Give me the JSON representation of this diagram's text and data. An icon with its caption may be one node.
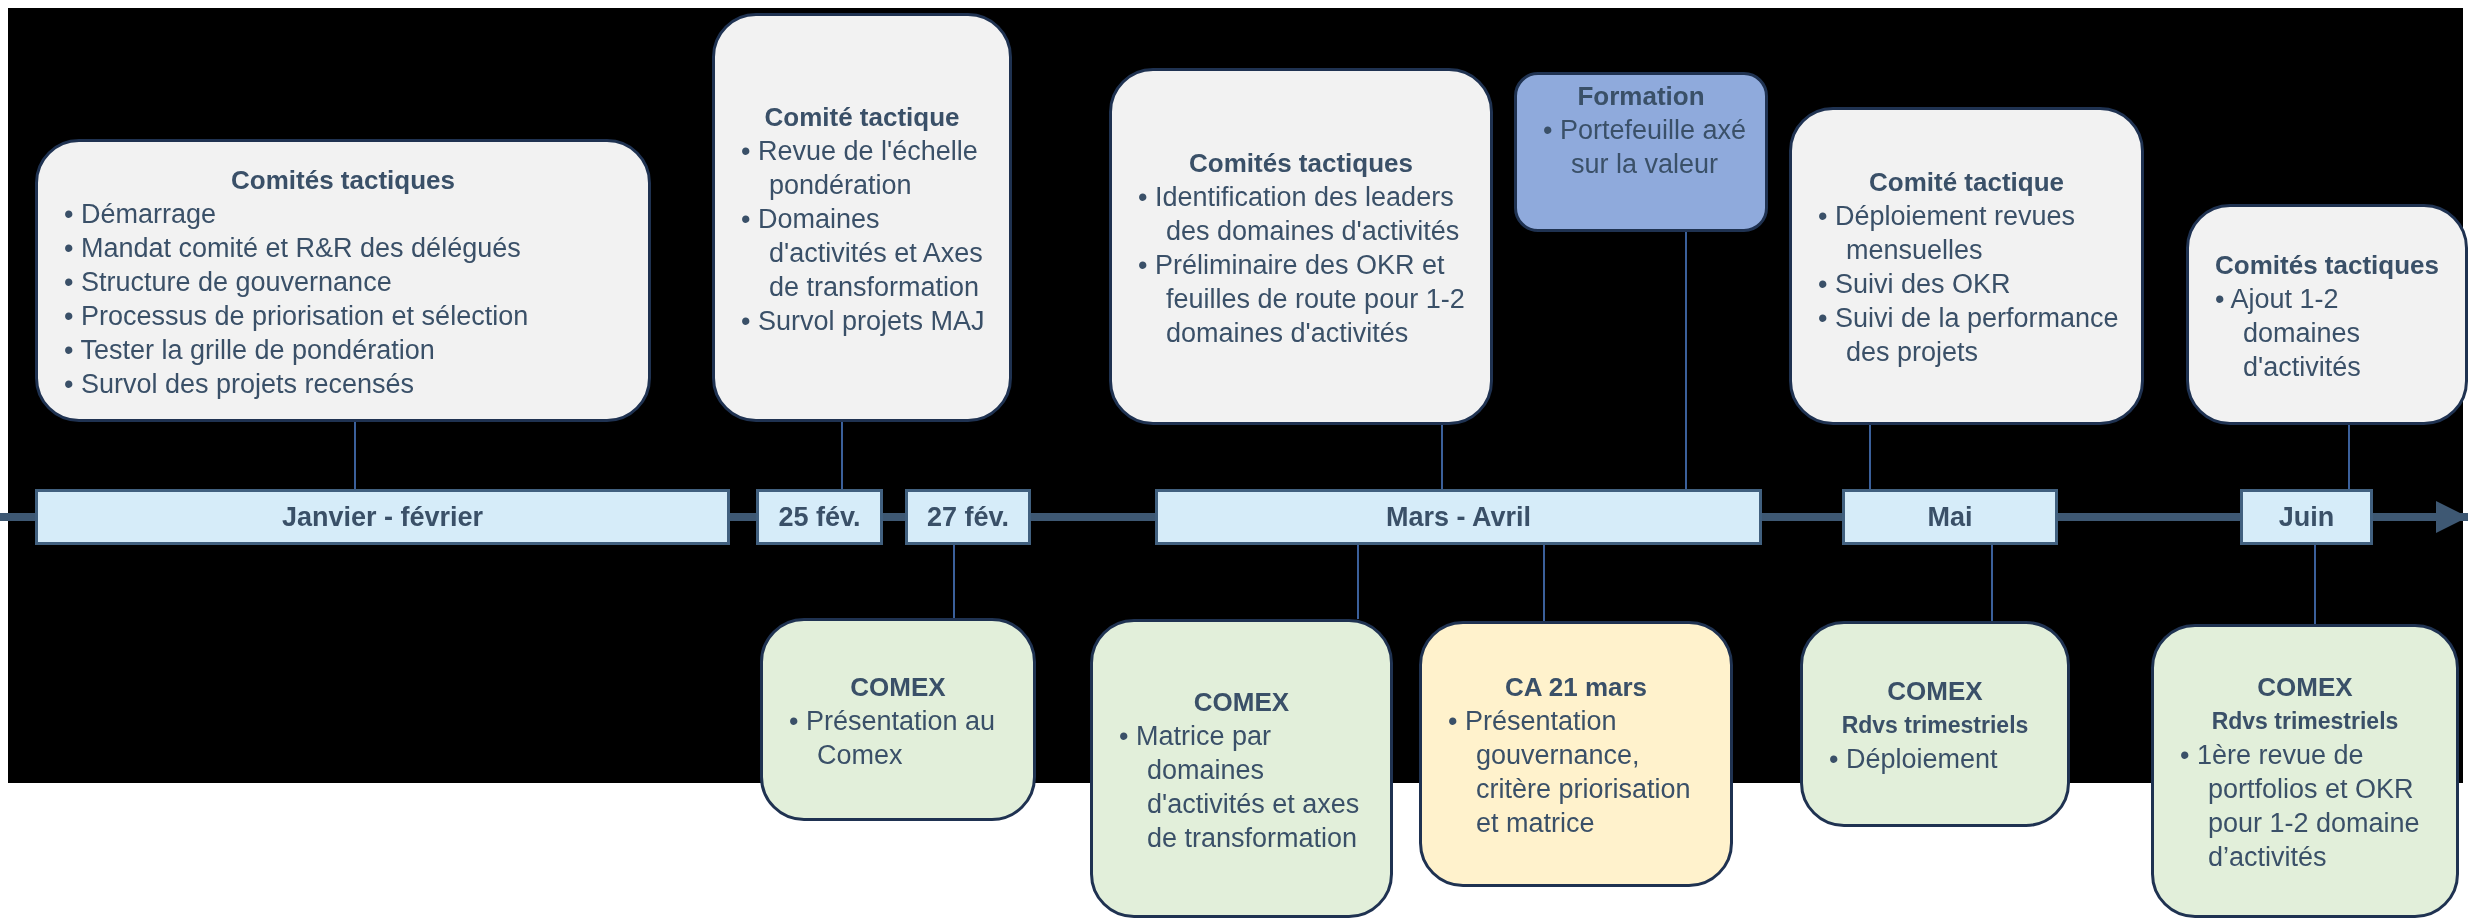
{
  "diagram": {
    "nodes": [
      {
        "text": [
          "Comités tactiques",
          "• Démarrage",
          "• Mandat comité et R&R des délégués",
          "• Structure de gouvernance",
          "• Processus de priorisation et sélection",
          "• Tester la grille de pondération",
          "• Survol des projets recensés"
        ]
      },
      {
        "text": [
          "Comité tactique",
          "• Revue de l'échelle pondération",
          "• Domaines d'activités et Axes de transformation",
          "• Survol projets MAJ"
        ]
      },
      {
        "text": [
          "Comités tactiques",
          "• Identification des leaders des domaines d'activités",
          "• Préliminaire des OKR et feuilles de route pour 1-2 domaines d'activités"
        ]
      },
      {
        "text": [
          "Formation",
          "• Portefeuille axé sur la valeur"
        ]
      },
      {
        "text": [
          "Comité tactique",
          "• Déploiement revues mensuelles",
          "• Suivi des OKR",
          "• Suivi de la performance des projets"
        ]
      },
      {
        "text": [
          "Comités tactiques",
          "• Ajout 1-2 domaines d'activités"
        ]
      },
      {
        "text": [
          "Janvier - février"
        ]
      },
      {
        "text": [
          "25 fév."
        ]
      },
      {
        "text": [
          "27 fév."
        ]
      },
      {
        "text": [
          "Mars - Avril"
        ]
      },
      {
        "text": [
          "Mai"
        ]
      },
      {
        "text": [
          "Juin"
        ]
      },
      {
        "text": [
          "COMEX",
          "• Présentation au Comex"
        ]
      },
      {
        "text": [
          "COMEX",
          "• Matrice par domaines d'activités et axes de transformation"
        ]
      },
      {
        "text": [
          "CA 21 mars",
          "• Présentation gouvernance, critère priorisation et matrice"
        ]
      },
      {
        "text": [
          "COMEX",
          "Rdvs trimestriels",
          "• Déploiement"
        ]
      },
      {
        "text": [
          "COMEX",
          "Rdvs trimestriels",
          "• 1ère revue de portfolios et OKR pour 1-2 domaine d’activités"
        ]
      }
    ],
    "edges": [
      {
        "from": 0,
        "to": 6,
        "arrow": "none"
      },
      {
        "from": 1,
        "to": 7,
        "arrow": "none"
      },
      {
        "from": 2,
        "to": 9,
        "arrow": "none"
      },
      {
        "from": 3,
        "to": 9,
        "arrow": "none"
      },
      {
        "from": 4,
        "to": 10,
        "arrow": "none"
      },
      {
        "from": 5,
        "to": 11,
        "arrow": "none"
      },
      {
        "from": null,
        "to": 6,
        "arrow": "none",
        "style": "thick",
        "color": "#3e5873"
      },
      {
        "from": 6,
        "to": 7,
        "arrow": "none",
        "style": "thick",
        "color": "#3e5873"
      },
      {
        "from": 7,
        "to": 8,
        "arrow": "none",
        "style": "thick",
        "color": "#3e5873"
      },
      {
        "from": 8,
        "to": 9,
        "arrow": "none",
        "style": "thick",
        "color": "#3e5873"
      },
      {
        "from": 9,
        "to": 10,
        "arrow": "none",
        "style": "thick",
        "color": "#3e5873"
      },
      {
        "from": 10,
        "to": 11,
        "arrow": "none",
        "style": "thick",
        "color": "#3e5873"
      },
      {
        "from": 11,
        "to": null,
        "arrow": "to",
        "style": "thick",
        "color": "#3e5873"
      },
      {
        "from": 8,
        "to": 12,
        "arrow": "none"
      },
      {
        "from": 9,
        "to": 13,
        "arrow": "none"
      },
      {
        "from": 9,
        "to": 14,
        "arrow": "none"
      },
      {
        "from": 10,
        "to": 15,
        "arrow": "none"
      },
      {
        "from": 11,
        "to": 16,
        "arrow": "none"
      }
    ]
  }
}
